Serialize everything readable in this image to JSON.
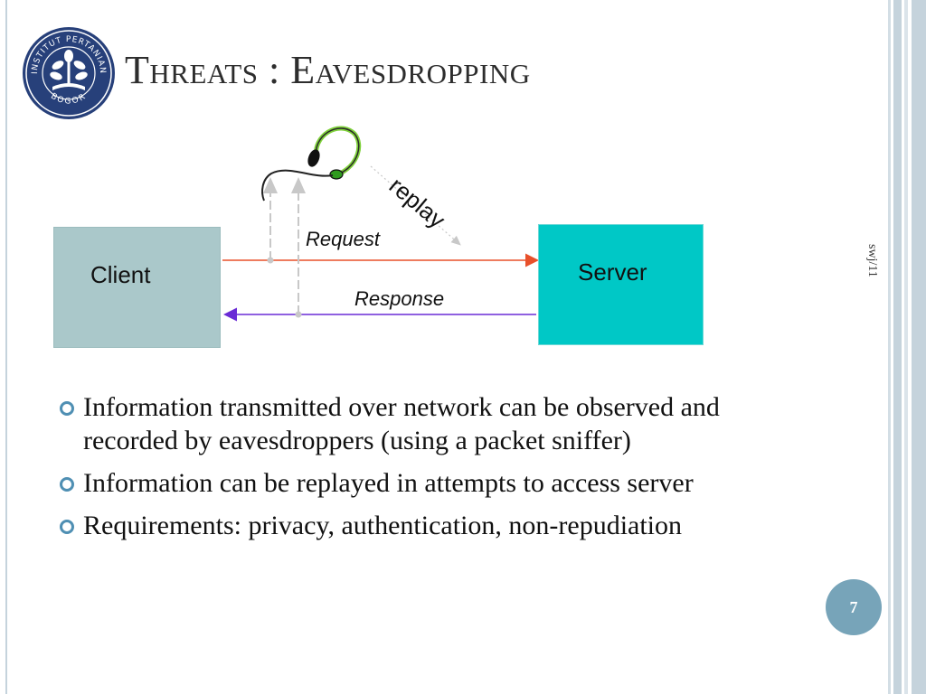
{
  "slide": {
    "title": "Threats : Eavesdropping",
    "side_note": "swj/11",
    "page_number": "7"
  },
  "logo": {
    "ring_text": "INSTITUT PERTANIAN",
    "bottom_text": "BOGOR"
  },
  "diagram": {
    "client_label": "Client",
    "server_label": "Server",
    "request_label": "Request",
    "response_label": "Response",
    "replay_label": "replay",
    "eavesdropper_icon": "headset-icon",
    "colors": {
      "client_box": "#aac8ca",
      "server_box": "#00c8c6",
      "request_arrow": "#e8502a",
      "response_arrow": "#6a2bd6"
    }
  },
  "bullets": [
    "Information transmitted over network can be observed and recorded by eavesdroppers (using a packet sniffer)",
    "Information can be replayed in attempts to access server",
    "Requirements:  privacy, authentication, non-repudiation"
  ],
  "colors": {
    "bullet_icon": "#4f8fb3",
    "page_badge": "#77a4b9"
  }
}
